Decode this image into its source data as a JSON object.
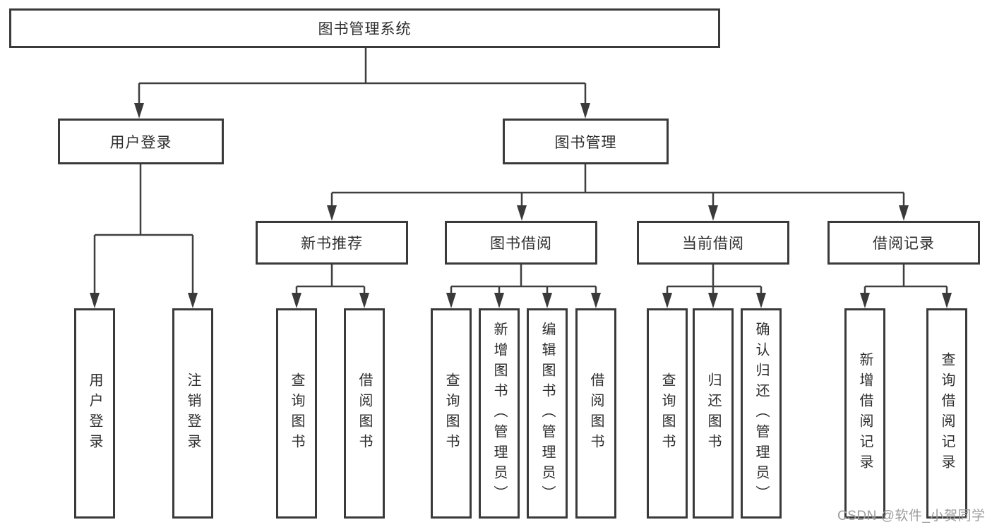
{
  "diagram_title": "图书管理系统",
  "nodes": {
    "root": {
      "label": "图书管理系统"
    },
    "user_login": {
      "label": "用户登录"
    },
    "book_mgmt": {
      "label": "图书管理"
    },
    "new_book_rec": {
      "label": "新书推荐"
    },
    "book_borrow": {
      "label": "图书借阅"
    },
    "current_borrow": {
      "label": "当前借阅"
    },
    "borrow_records": {
      "label": "借阅记录"
    },
    "user_login_leaf": {
      "label": "用户登录"
    },
    "logout_leaf": {
      "label": "注销登录"
    },
    "rec_query_book": {
      "label": "查询图书"
    },
    "rec_borrow_book": {
      "label": "借阅图书"
    },
    "bb_query_book": {
      "label": "查询图书"
    },
    "bb_add_book": {
      "label": "新增图书（管理员）"
    },
    "bb_edit_book": {
      "label": "编辑图书（管理员）"
    },
    "bb_borrow_book": {
      "label": "借阅图书"
    },
    "cb_query_book": {
      "label": "查询图书"
    },
    "cb_return_book": {
      "label": "归还图书"
    },
    "cb_confirm_return": {
      "label": "确认归还（管理员）"
    },
    "br_add_record": {
      "label": "新增借阅记录"
    },
    "br_query_record": {
      "label": "查询借阅记录"
    }
  },
  "watermark": {
    "text": "CSDN @软件_小贺同学"
  },
  "colors": {
    "box_border": "#3a3a3a",
    "connector": "#3f3f3f",
    "text": "#2f2f2f",
    "watermark_text": "#9c9c9c"
  }
}
